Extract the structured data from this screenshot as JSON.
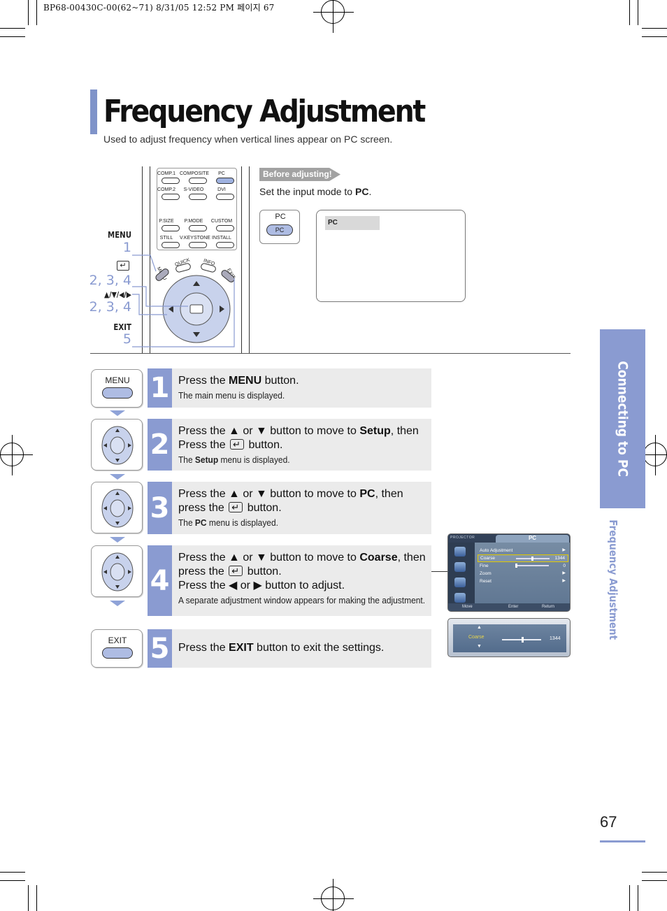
{
  "print_header": "BP68-00430C-00(62~71)  8/31/05  12:52 PM 페이지 67",
  "title": "Frequency Adjustment",
  "subtitle": "Used to adjust frequency when vertical lines appear on PC screen.",
  "side_tab": {
    "section": "Connecting to PC",
    "subsection": "Frequency Adjustment"
  },
  "page_number": "67",
  "remote": {
    "buttons_row1": [
      "COMP.1",
      "COMPOSITE",
      "PC"
    ],
    "buttons_row2": [
      "COMP.2",
      "S-VIDEO",
      "DVI"
    ],
    "buttons_row3": [
      "P.SIZE",
      "P.MODE",
      "CUSTOM"
    ],
    "buttons_row4": [
      "STILL",
      "V.KEYSTONE",
      "INSTALL"
    ],
    "top_keys": [
      "MENU",
      "QUICK",
      "INFO",
      "EXIT"
    ],
    "labels": [
      {
        "key": "MENU",
        "step": "1"
      },
      {
        "key": "↵",
        "step": "2, 3, 4"
      },
      {
        "key": "▲/▼/◀/▶",
        "step": "2, 3, 4"
      },
      {
        "key": "EXIT",
        "step": "5"
      }
    ]
  },
  "before": {
    "badge": "Before adjusting!",
    "text_prefix": "Set the input mode to ",
    "text_bold": "PC",
    "text_suffix": ".",
    "button_label": "PC",
    "button_face": "PC",
    "screen_label": "PC"
  },
  "steps": [
    {
      "num": "1",
      "icon_label": "MENU",
      "line1": [
        "Press the ",
        "MENU",
        " button."
      ],
      "sub": "The main menu is displayed."
    },
    {
      "num": "2",
      "line1": [
        "Press the ▲ or ▼ button to move to ",
        "Setup",
        ", then"
      ],
      "line2_pre": "Press the ",
      "line2_post": " button.",
      "sub_pre": "The ",
      "sub_bold": "Setup",
      "sub_post": " menu is displayed."
    },
    {
      "num": "3",
      "line1": [
        "Press the ▲ or ▼ button to move to ",
        "PC",
        ", then"
      ],
      "line2_pre": "press the ",
      "line2_post": " button.",
      "sub_pre": "The ",
      "sub_bold": "PC",
      "sub_post": " menu is displayed."
    },
    {
      "num": "4",
      "line1": [
        "Press the ▲ or ▼ button to move to ",
        "Coarse",
        ", then"
      ],
      "line2_pre": "press the ",
      "line2_post": " button.",
      "line3": "Press the ◀ or ▶ button to adjust.",
      "sub": "A separate adjustment window appears for making the adjustment."
    },
    {
      "num": "5",
      "icon_label": "EXIT",
      "line1": [
        "Press the ",
        "EXIT",
        " button to exit the settings."
      ]
    }
  ],
  "osd": {
    "brand": "PROJECTOR",
    "tab": "PC",
    "items": [
      {
        "label": "Auto Adjustment",
        "value": "▶"
      },
      {
        "label": "Coarse",
        "value": "1344",
        "slider": 0.45
      },
      {
        "label": "Fine",
        "value": "0",
        "slider": 0.0
      },
      {
        "label": "Zoom",
        "value": "▶"
      },
      {
        "label": "Reset",
        "value": "▶"
      }
    ],
    "footer": [
      "Move",
      "Enter",
      "Return"
    ],
    "adjust_label": "Coarse",
    "adjust_value": "1344",
    "adjust_slider": 0.5
  },
  "colors": {
    "accent": "#8a9bd1",
    "step_bg": "#ebebeb"
  }
}
